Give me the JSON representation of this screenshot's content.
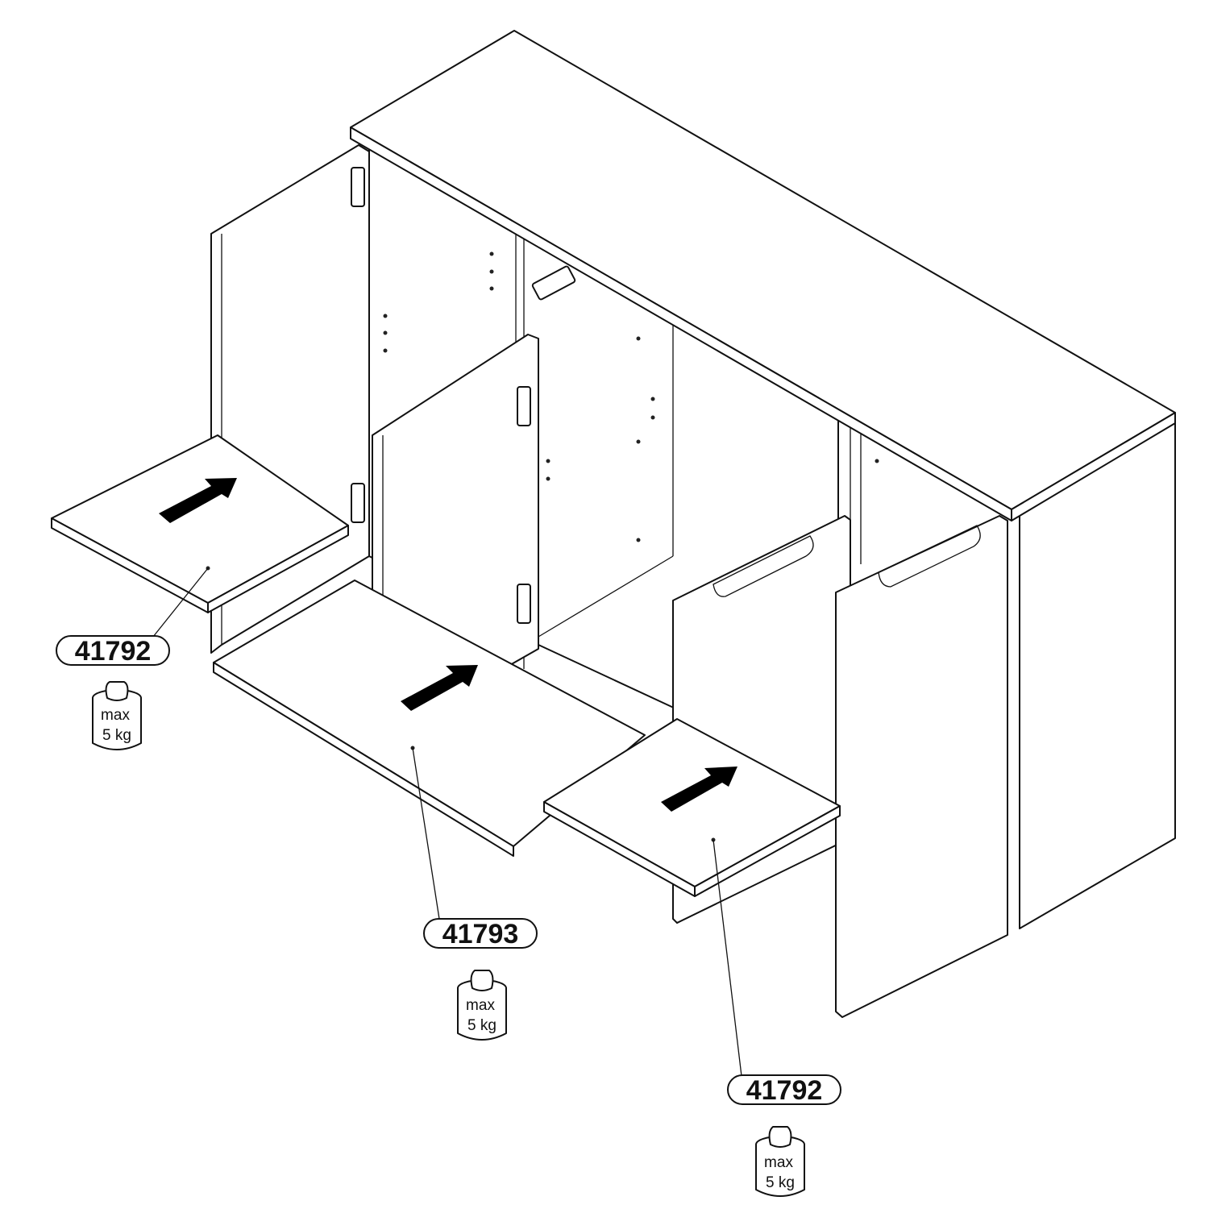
{
  "diagram": {
    "title": "Sideboard shelf insertion",
    "callouts": [
      {
        "part_number": "41792",
        "weight_line1": "max",
        "weight_line2": "5 kg"
      },
      {
        "part_number": "41793",
        "weight_line1": "max",
        "weight_line2": "5 kg"
      },
      {
        "part_number": "41792",
        "weight_line1": "max",
        "weight_line2": "5 kg"
      }
    ],
    "colors": {
      "line": "#111111",
      "arrow": "#000000",
      "background": "#ffffff"
    }
  }
}
